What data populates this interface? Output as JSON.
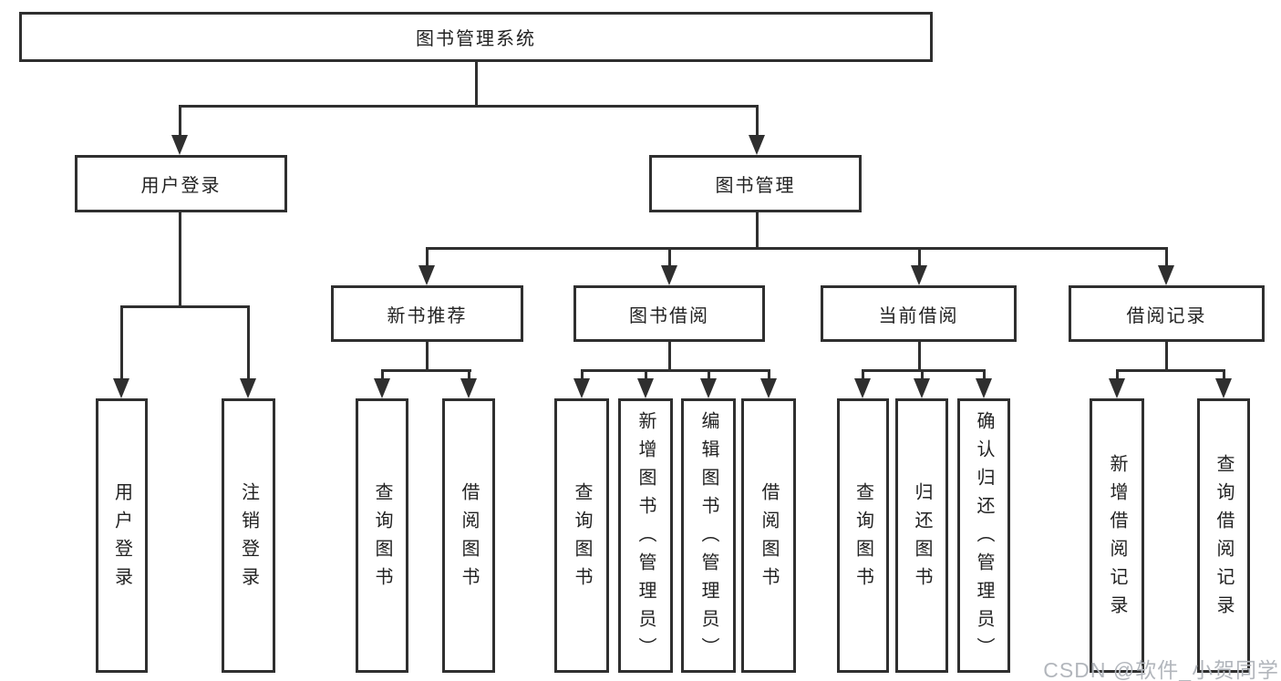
{
  "nodes": {
    "root": "图书管理系统",
    "user_login": "用户登录",
    "book_management": "图书管理",
    "new_book_recommend": "新书推荐",
    "book_borrowing": "图书借阅",
    "current_borrowing": "当前借阅",
    "borrowing_records": "借阅记录",
    "user_login_children": [
      "用户登录",
      "注销登录"
    ],
    "new_book_children": [
      "查询图书",
      "借阅图书"
    ],
    "borrowing_children": [
      "查询图书",
      "新增图书（管理员）",
      "编辑图书（管理员）",
      "借阅图书"
    ],
    "current_children": [
      "查询图书",
      "归还图书",
      "确认归还（管理员）"
    ],
    "records_children": [
      "新增借阅记录",
      "查询借阅记录"
    ]
  },
  "watermark": {
    "text": "CSDN @软件_小贺同学"
  },
  "colors": {
    "line": "#2f2f2f",
    "text": "#222222",
    "background": "#ffffff",
    "watermark": "#b2b6bc"
  }
}
